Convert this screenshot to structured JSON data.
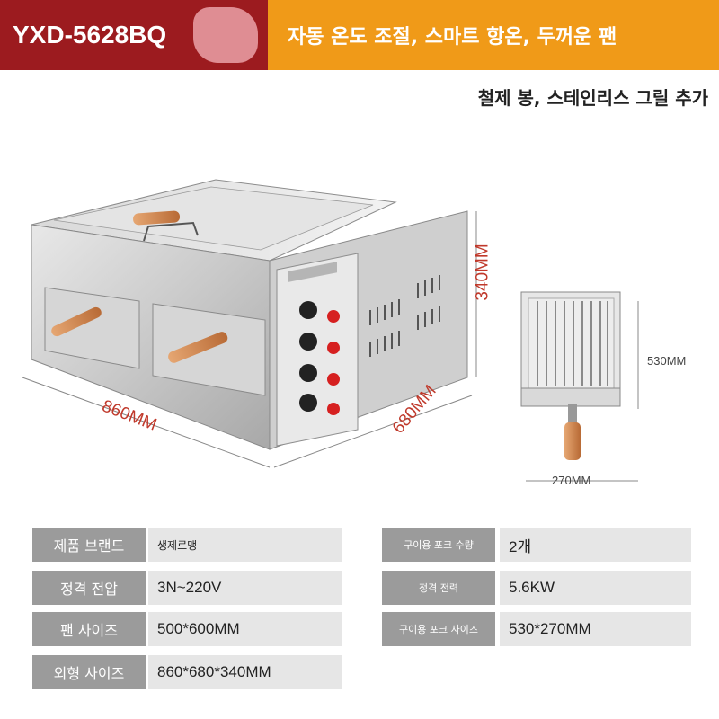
{
  "banner": {
    "model": "YXD-5628BQ",
    "tagline": "자동 온도 조절, 스마트 항온, 두꺼운 팬",
    "subtitle": "철제 봉, 스테인리스 그릴 추가"
  },
  "dimensions": {
    "width": "860MM",
    "depth": "680MM",
    "height": "340MM",
    "fork_length": "530MM",
    "fork_width": "270MM"
  },
  "specs": {
    "left": [
      {
        "label": "제품 브랜드",
        "value": "생제르맹"
      },
      {
        "label": "정격 전압",
        "value": "3N~220V"
      },
      {
        "label": "팬 사이즈",
        "value": "500*600MM"
      },
      {
        "label": "외형 사이즈",
        "value": "860*680*340MM"
      }
    ],
    "right": [
      {
        "label": "구이용 포크 수량",
        "value": "2개"
      },
      {
        "label": "정격 전력",
        "value": "5.6KW"
      },
      {
        "label": "구이용 포크 사이즈",
        "value": "530*270MM"
      }
    ]
  },
  "colors": {
    "banner_left": "#9c1b1f",
    "banner_right": "#f09a18",
    "dimension_text": "#c0392b",
    "spec_label_bg": "#9b9b9b",
    "spec_value_bg": "#e6e6e6"
  }
}
